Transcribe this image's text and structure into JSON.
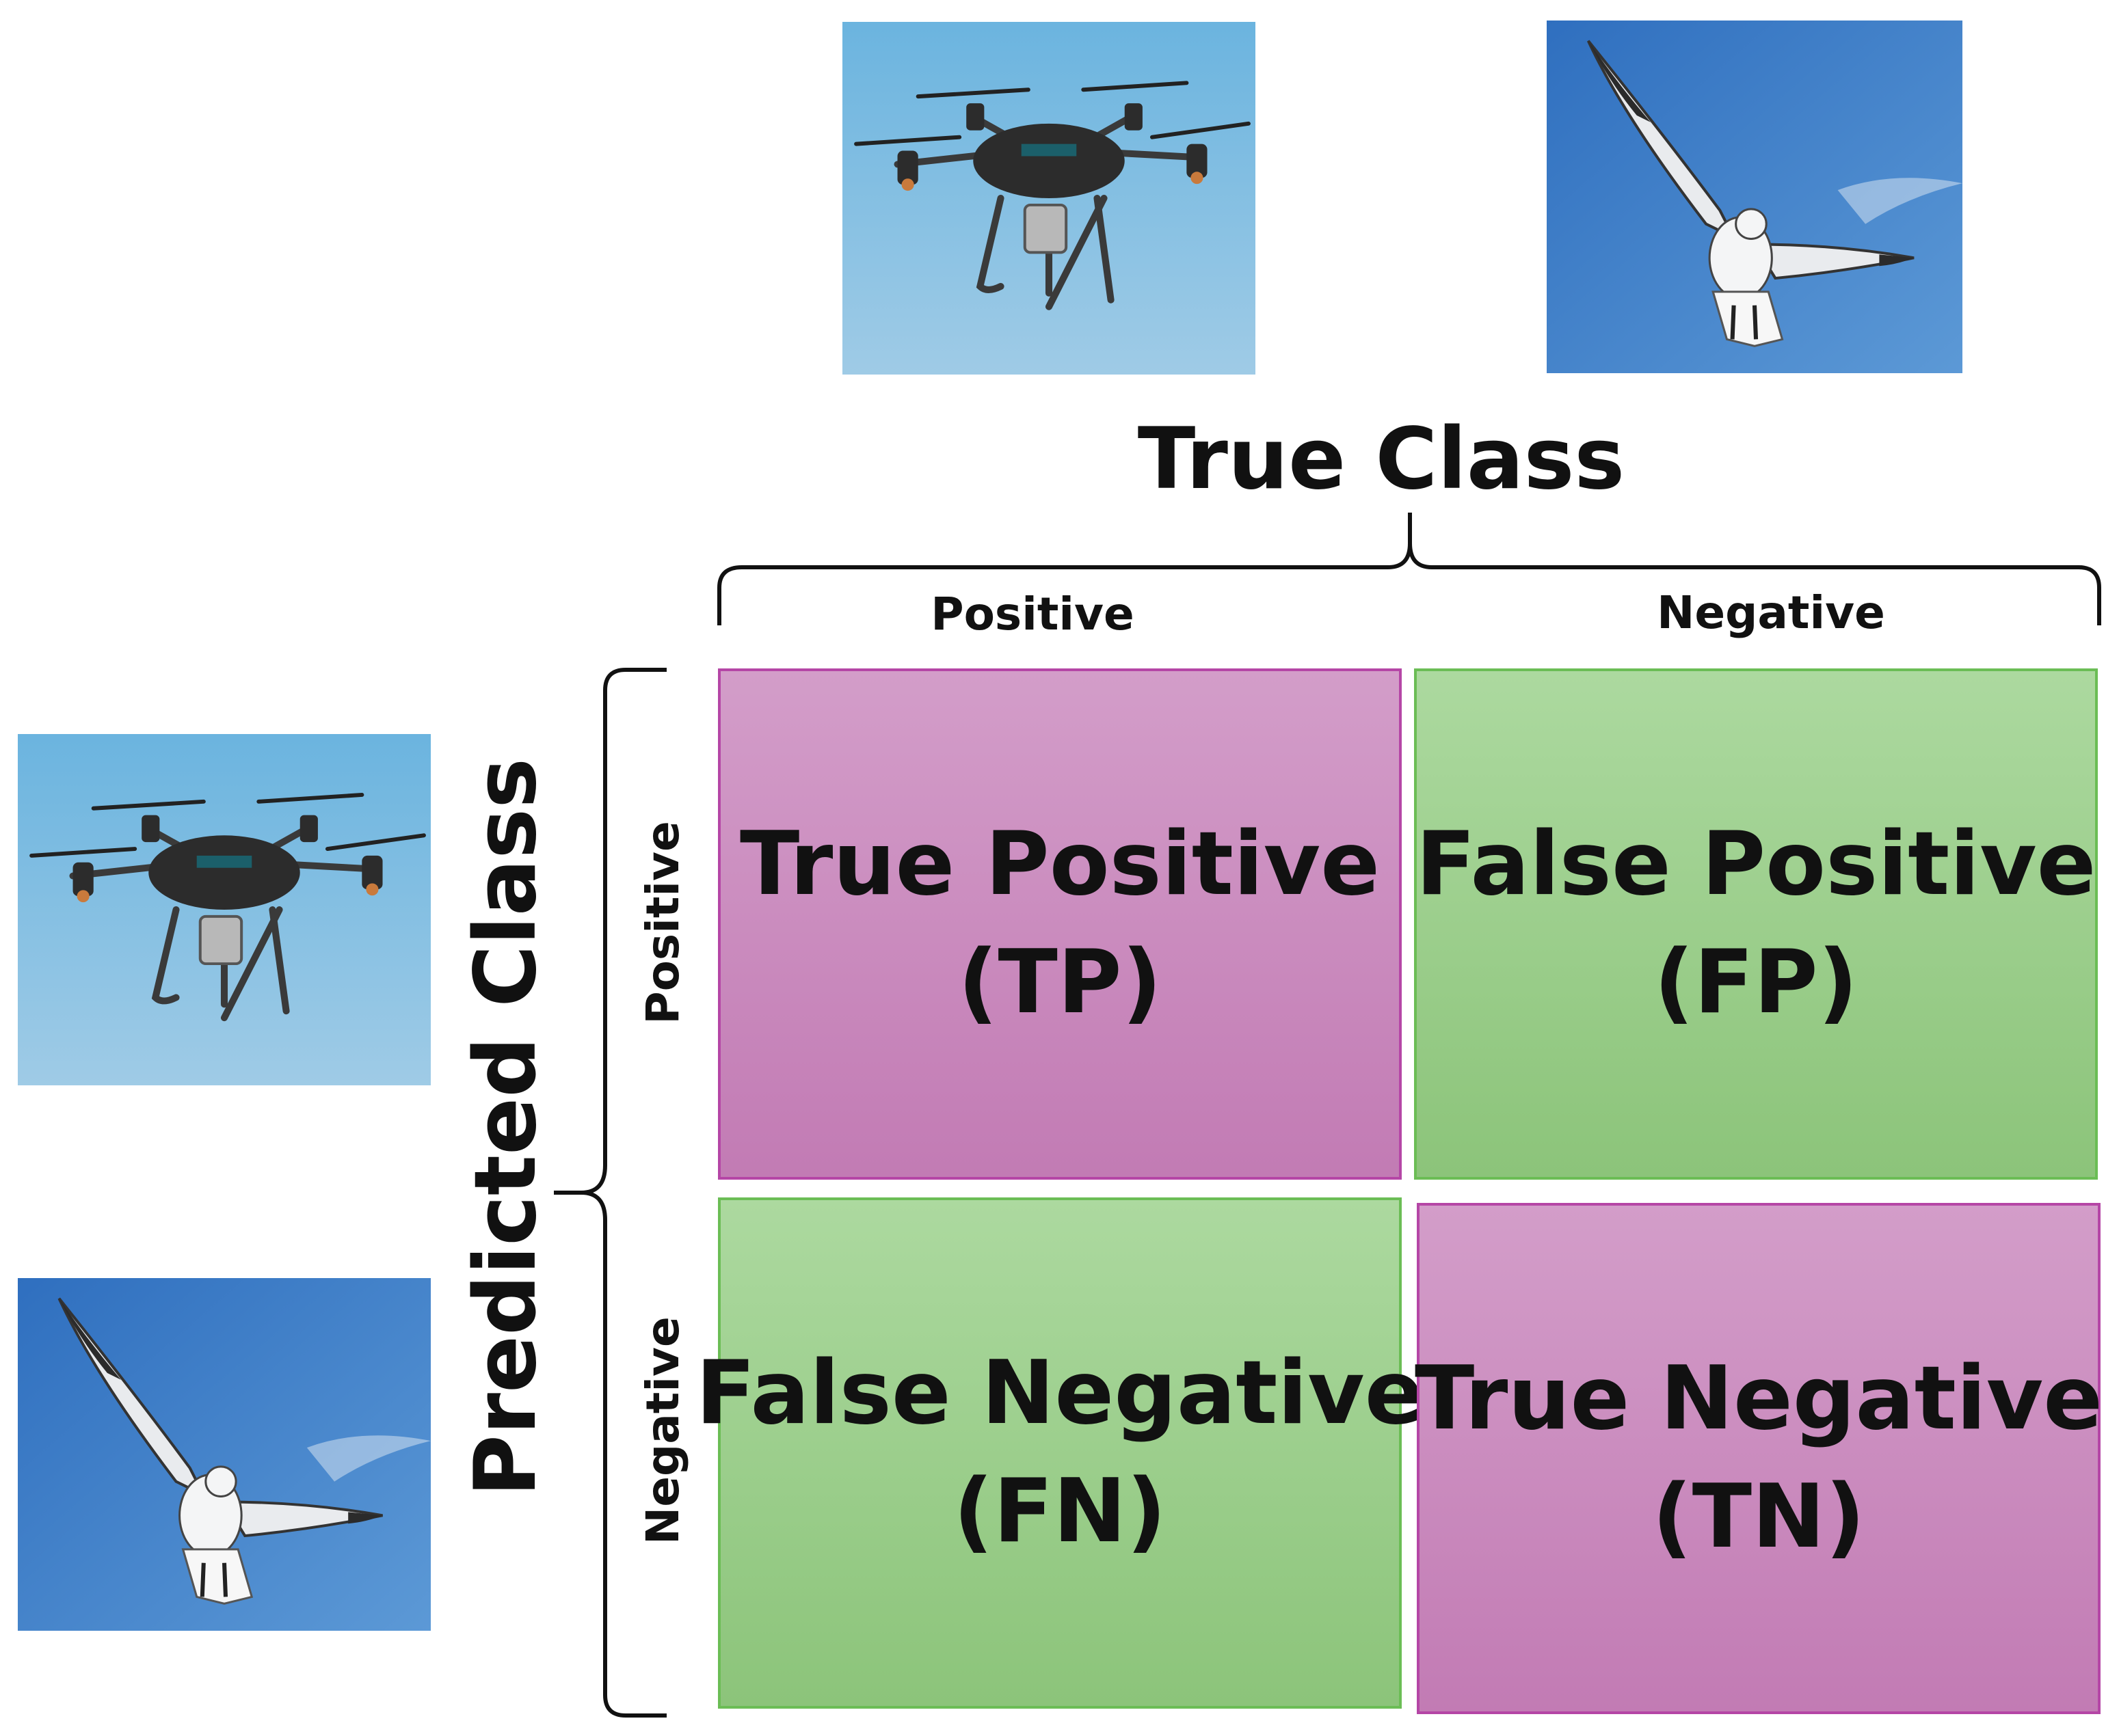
{
  "header": {
    "title": "True Class"
  },
  "columns": [
    "Positive",
    "Negative"
  ],
  "side": {
    "title": "Predicted Class"
  },
  "rows": [
    "Positive",
    "Negative"
  ],
  "cells": [
    {
      "line1": "True Positive",
      "line2": "(TP)",
      "color": "pink"
    },
    {
      "line1": "False Positive",
      "line2": "(FP)",
      "color": "green"
    },
    {
      "line1": "False Negative",
      "line2": "(FN)",
      "color": "green"
    },
    {
      "line1": "True Negative",
      "line2": "(TN)",
      "color": "pink"
    }
  ],
  "images": [
    "drone-photo",
    "bird-photo",
    "drone-photo",
    "bird-photo"
  ],
  "colors": {
    "pink_fill": "#c98abf",
    "pink_border": "#b546a6",
    "green_fill": "#9ccf8c",
    "green_border": "#6bbd55"
  }
}
